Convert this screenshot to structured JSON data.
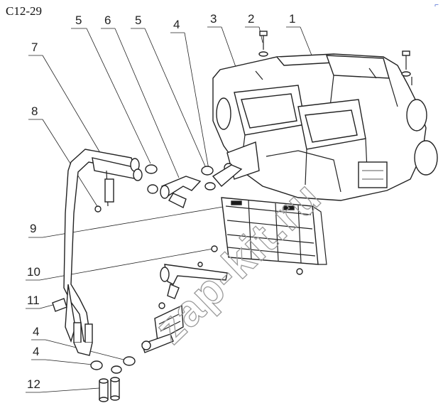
{
  "diagram_code": "C12-29",
  "watermark": "zap-kit.ru",
  "callouts": {
    "c1": "1",
    "c2": "2",
    "c3": "3",
    "c4a": "4",
    "c5a": "5",
    "c6": "6",
    "c5b": "5",
    "c7": "7",
    "c8": "8",
    "c9": "9",
    "c10": "10",
    "c11": "11",
    "c4b": "4",
    "c4c": "4",
    "c12": "12"
  }
}
